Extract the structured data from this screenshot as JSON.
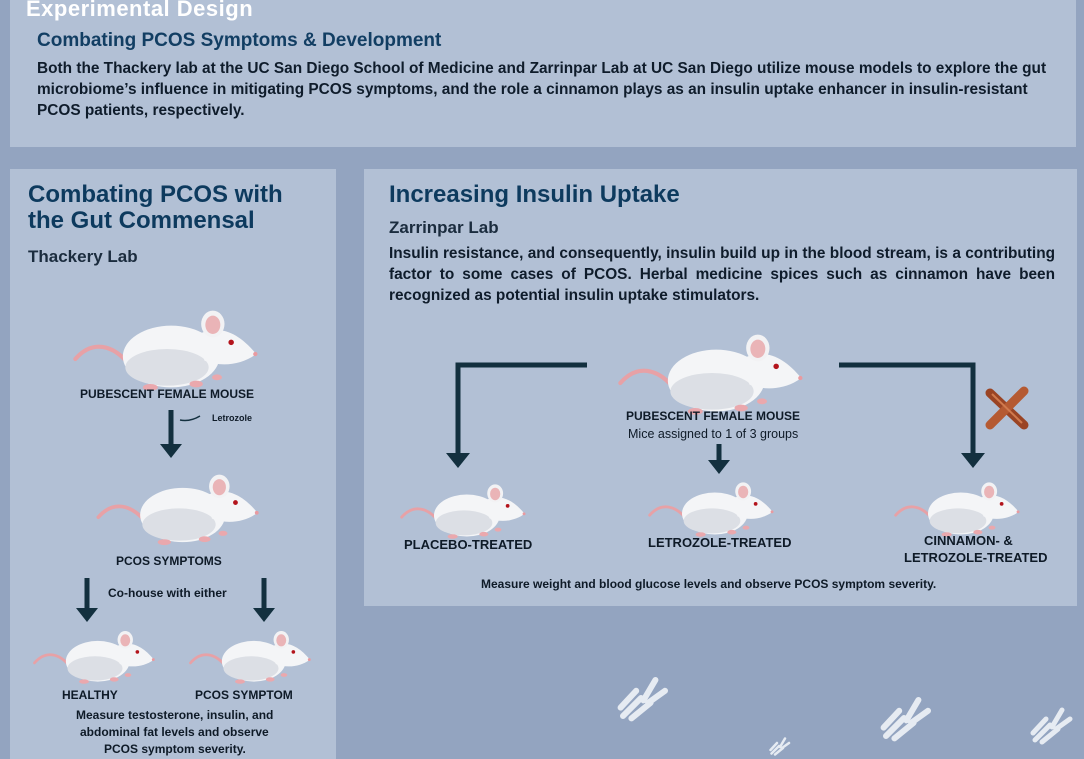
{
  "header": {
    "title": "Experimental Design",
    "subtitle": "Combating PCOS Symptoms & Development",
    "body": "Both the Thackery lab at the UC San Diego School of Medicine and Zarrinpar Lab at UC San Diego utilize mouse models to explore the gut microbiome’s influence in mitigating PCOS symptoms, and the role a cinnamon plays as an insulin uptake enhancer in insulin-resistant PCOS patients, respectively."
  },
  "left": {
    "title_line1": "Combating PCOS with",
    "title_line2": "the Gut Commensal",
    "lab": "Thackery Lab",
    "mouse1_label": "PUBESCENT FEMALE MOUSE",
    "letrozole": "Letrozole",
    "mouse2_label": "PCOS SYMPTOMS",
    "cohouse": "Co-house with either",
    "healthy": "HEALTHY",
    "pcos_symptom": "PCOS SYMPTOM",
    "measure_line1": "Measure testosterone, insulin, and",
    "measure_line2": "abdominal fat levels  and observe",
    "measure_line3": "PCOS symptom severity."
  },
  "right": {
    "title": "Increasing Insulin Uptake",
    "lab": "Zarrinpar Lab",
    "body": "Insulin resistance, and consequently, insulin build up in the blood stream, is a contributing factor to some cases of PCOS. Herbal medicine spices such as cinnamon have been recognized as potential insulin uptake stimulators.",
    "center_label": "PUBESCENT FEMALE MOUSE",
    "center_sub": "Mice assigned to 1 of 3 groups",
    "group1": "PLACEBO-TREATED",
    "group2": "LETROZOLE-TREATED",
    "group3_line1": "CINNAMON- &",
    "group3_line2": "LETROZOLE-TREATED",
    "measure": "Measure weight and blood glucose levels and observe PCOS symptom severity."
  },
  "colors": {
    "background": "#93a4c0",
    "panel": "#b2c0d5",
    "title_blue": "#0d3a5e",
    "arrow": "#13303f"
  }
}
